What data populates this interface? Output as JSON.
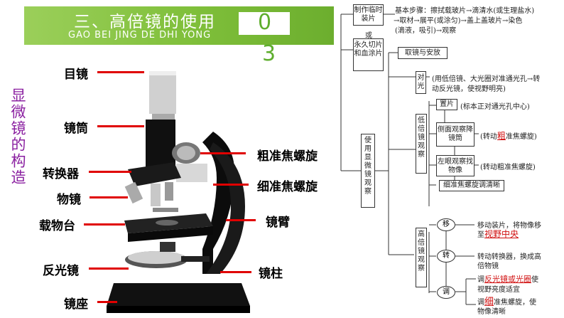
{
  "header": {
    "title": "三、高倍镜的使用",
    "subtitle": "GAO BEI JING DE DHI YONG",
    "number_top": "0",
    "number_bottom": "3",
    "banner_color": "#7fbf3a"
  },
  "side_title": "显微镜的构造",
  "parts_left": [
    "目镜",
    "镜筒",
    "转换器",
    "物镜",
    "载物台",
    "反光镜",
    "镜座"
  ],
  "parts_right": [
    "粗准焦螺旋",
    "细准焦螺旋",
    "镜臂",
    "镜柱"
  ],
  "flow": {
    "prep_a": "制作临时装片",
    "or": "或",
    "prep_b": "永久切片和血涂片",
    "step1": "基本步骤：擦拭载玻片→滴清水(或生理盐水)",
    "step2": "→取材→展平(或涂匀)→盖上盖玻片→染色",
    "step3": "(滴液，吸引)→观察",
    "main": "使用显微镜观察",
    "take": "取镜与安放",
    "align": "对光",
    "align_desc1": "(用低倍镜、大光圈对准通光孔→转",
    "align_desc2": "动反光镜，使视野明亮)",
    "low": "低倍镜观察",
    "place": "置片",
    "place_desc": "(标本正对通光孔中心)",
    "side_view": "侧面观察降镜筒",
    "coarse_pre": "(转动",
    "coarse_red": "粗",
    "coarse_post": "准焦螺旋)",
    "left_eye": "左眼观察找物像",
    "coarse2": "(转动粗准焦螺旋)",
    "fine_clear": "细准焦螺旋调清晰",
    "high": "高倍镜观察",
    "move": "移",
    "move_desc1": "移动装片，将物像移",
    "move_desc2_pre": "至",
    "move_desc2_red": "视野中央",
    "turn": "转",
    "turn_desc1": "转动转换器，换成高",
    "turn_desc2": "倍物镜",
    "adjust": "调",
    "adj_desc1_pre": "调",
    "adj_desc1_red": "反光镜或光圈",
    "adj_desc1_post": "使",
    "adj_desc2": "视野亮度适宜",
    "adj_desc3_pre": "调",
    "adj_desc3_red": "细",
    "adj_desc3_post": "准焦螺旋，使",
    "adj_desc4": "物像清晰"
  }
}
